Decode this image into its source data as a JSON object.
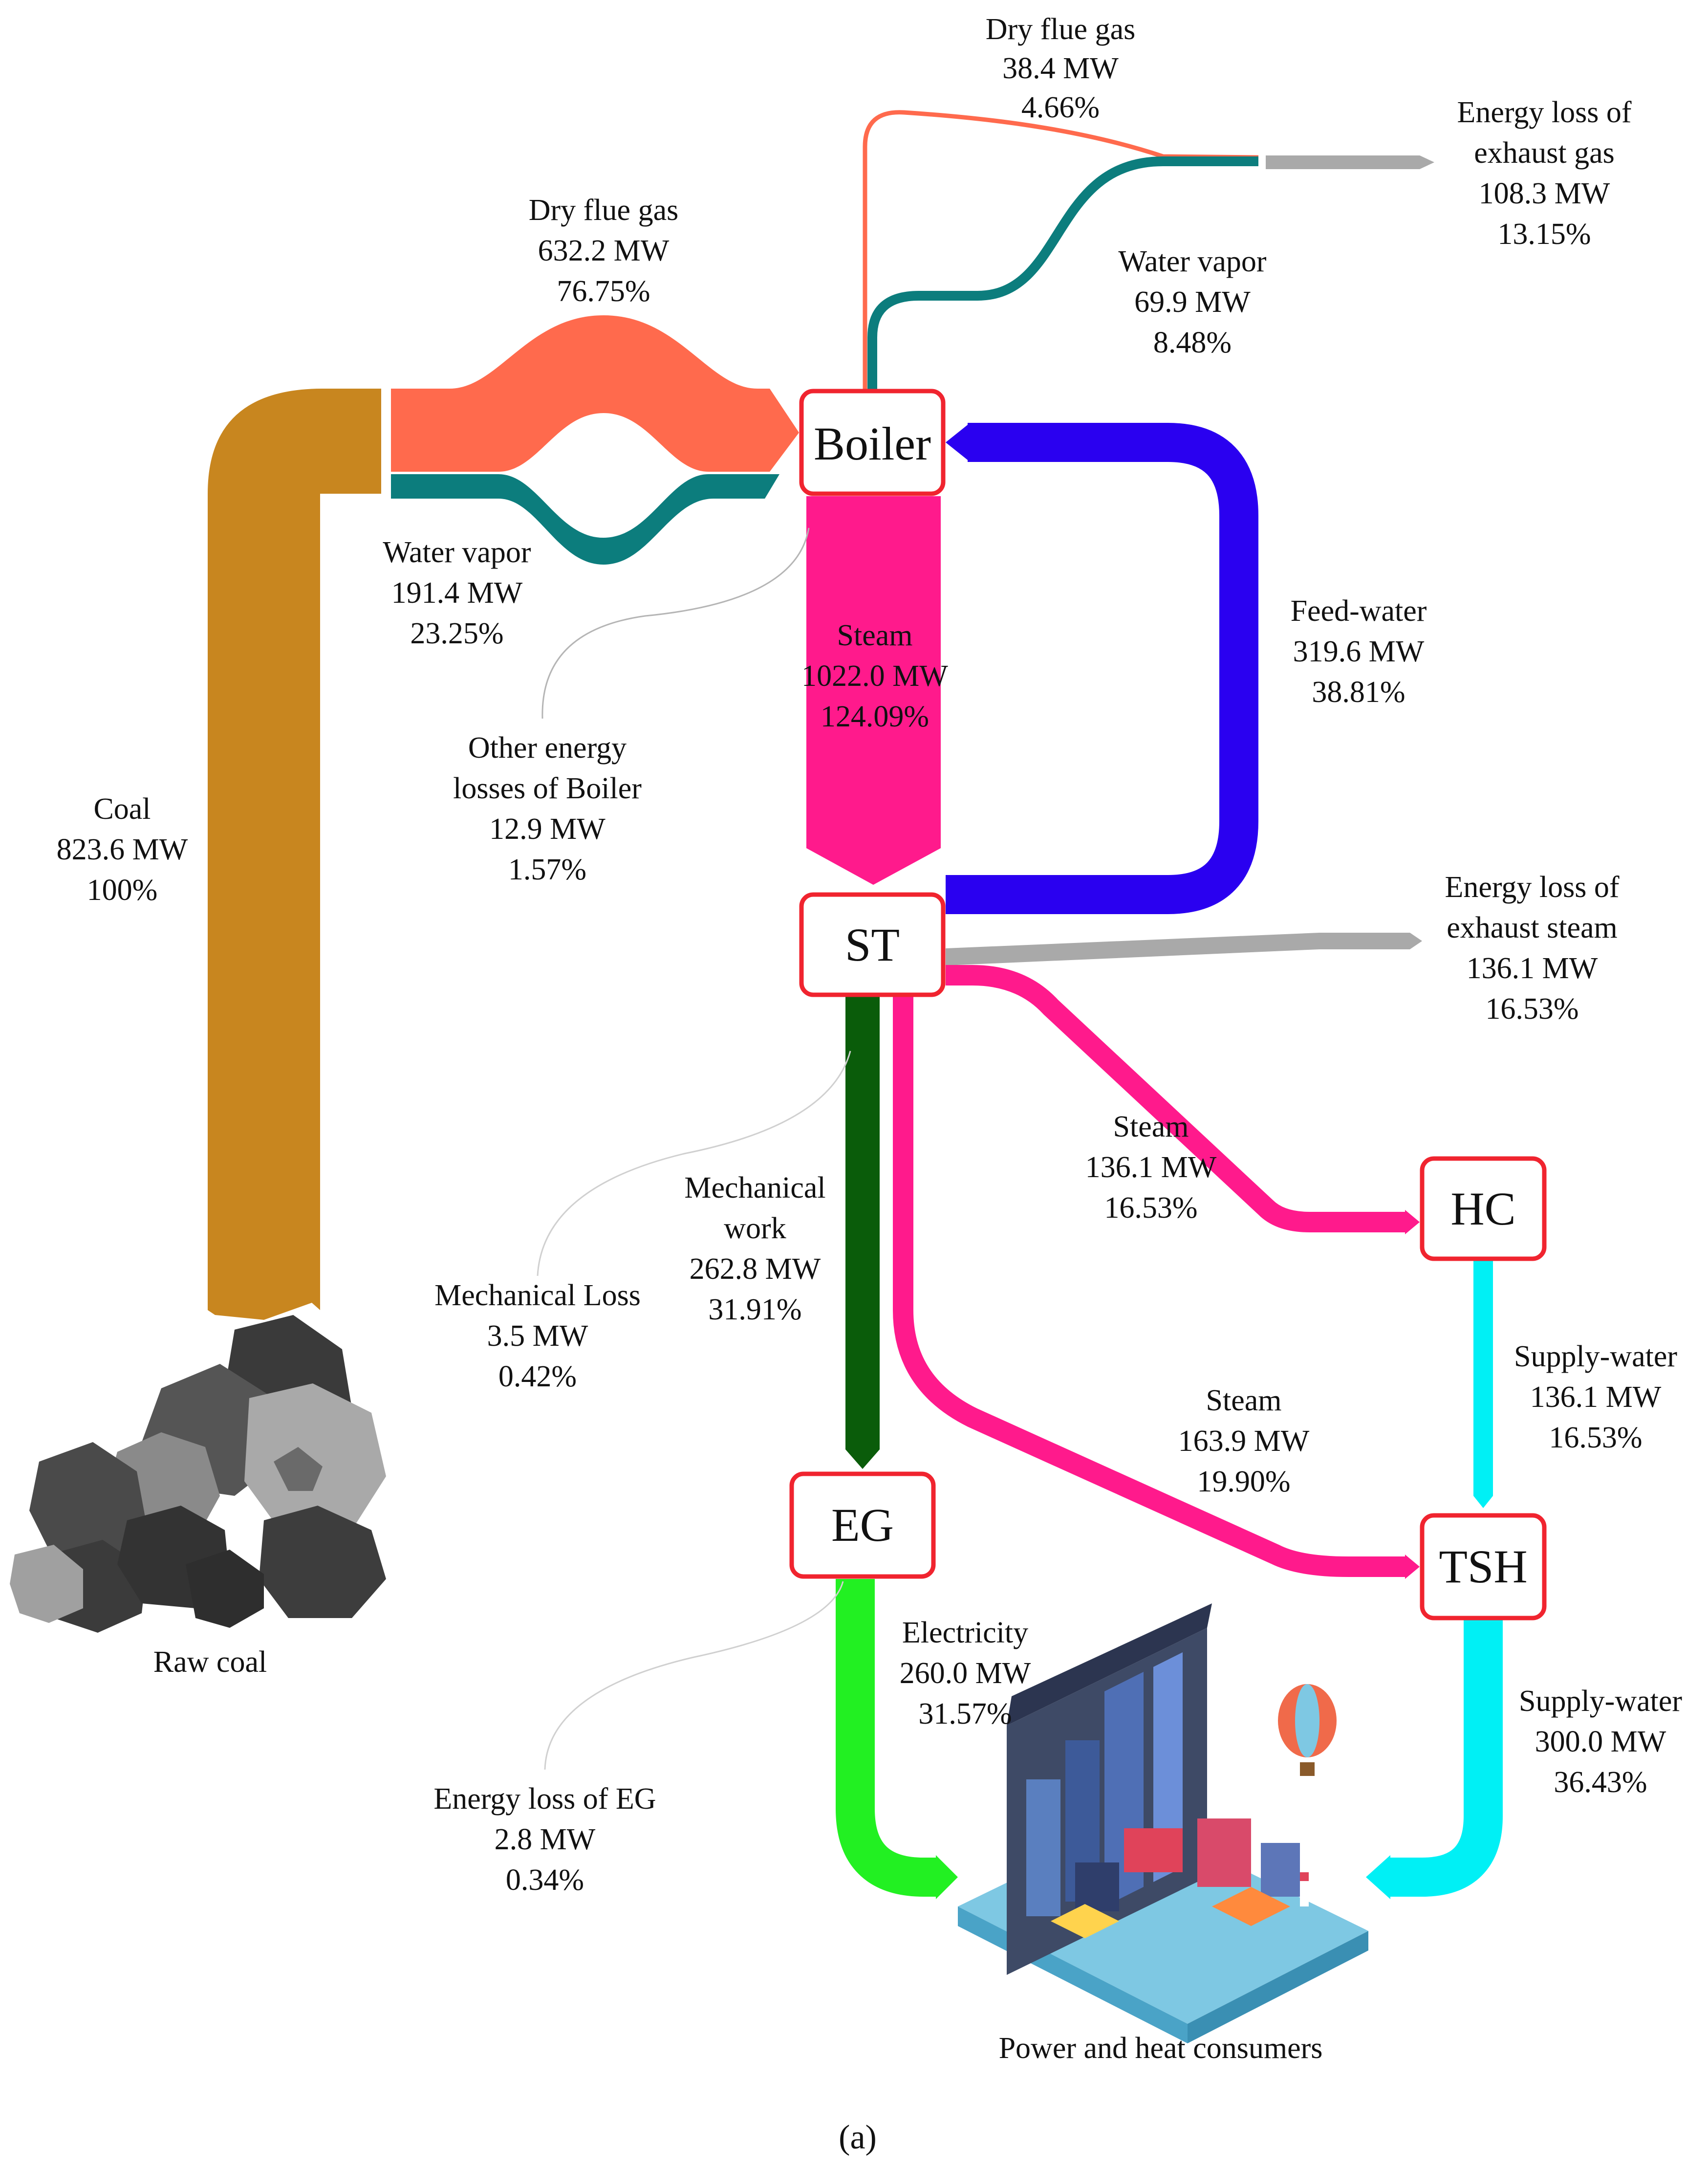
{
  "nodes": {
    "boiler": "Boiler",
    "st": "ST",
    "hc": "HC",
    "eg": "EG",
    "tsh": "TSH"
  },
  "flows": {
    "coal": {
      "name": "Coal",
      "value": "823.6 MW",
      "pct": "100%"
    },
    "dry_flue_gas_main": {
      "name": "Dry flue gas",
      "value": "632.2 MW",
      "pct": "76.75%"
    },
    "water_vapor_main": {
      "name": "Water vapor",
      "value": "191.4 MW",
      "pct": "23.25%"
    },
    "dry_flue_gas_top": {
      "name": "Dry flue gas",
      "value": "38.4 MW",
      "pct": "4.66%"
    },
    "water_vapor_top": {
      "name": "Water vapor",
      "value": "69.9 MW",
      "pct": "8.48%"
    },
    "exhaust_gas_loss": {
      "name1": "Energy loss of",
      "name2": "exhaust gas",
      "value": "108.3 MW",
      "pct": "13.15%"
    },
    "boiler_other_loss": {
      "name1": "Other energy",
      "name2": "losses of  Boiler",
      "value": "12.9 MW",
      "pct": "1.57%"
    },
    "steam_main": {
      "name": "Steam",
      "value": "1022.0 MW",
      "pct": "124.09%"
    },
    "feed_water": {
      "name": "Feed-water",
      "value": "319.6 MW",
      "pct": "38.81%"
    },
    "exhaust_steam_loss": {
      "name1": "Energy loss of",
      "name2": "exhaust steam",
      "value": "136.1 MW",
      "pct": "16.53%"
    },
    "steam_hc": {
      "name": "Steam",
      "value": "136.1 MW",
      "pct": "16.53%"
    },
    "mechanical_work": {
      "name1": "Mechanical",
      "name2": "work",
      "value": "262.8 MW",
      "pct": "31.91%"
    },
    "mechanical_loss": {
      "name": "Mechanical Loss",
      "value": "3.5 MW",
      "pct": "0.42%"
    },
    "steam_tsh": {
      "name": "Steam",
      "value": "163.9 MW",
      "pct": "19.90%"
    },
    "supply_water_hc": {
      "name": "Supply-water",
      "value": "136.1 MW",
      "pct": "16.53%"
    },
    "electricity": {
      "name": "Electricity",
      "value": "260.0 MW",
      "pct": "31.57%"
    },
    "eg_loss": {
      "name": "Energy loss of  EG",
      "value": "2.8 MW",
      "pct": "0.34%"
    },
    "supply_water_out": {
      "name": "Supply-water",
      "value": "300.0 MW",
      "pct": "36.43%"
    }
  },
  "captions": {
    "raw_coal": "Raw coal",
    "consumers": "Power and heat consumers",
    "figure": "(a)"
  },
  "colors": {
    "coal": "#c8861f",
    "dry_flue_gas": "#ff6a4d",
    "water_vapor": "#0c7d7d",
    "steam": "#ff1a8c",
    "feed_water": "#2a00f0",
    "loss_grey": "#a9a9a9",
    "mechanical": "#0a5c0a",
    "supply_water": "#00f0f5",
    "electricity": "#22f022",
    "node_border": "#f0242f"
  }
}
